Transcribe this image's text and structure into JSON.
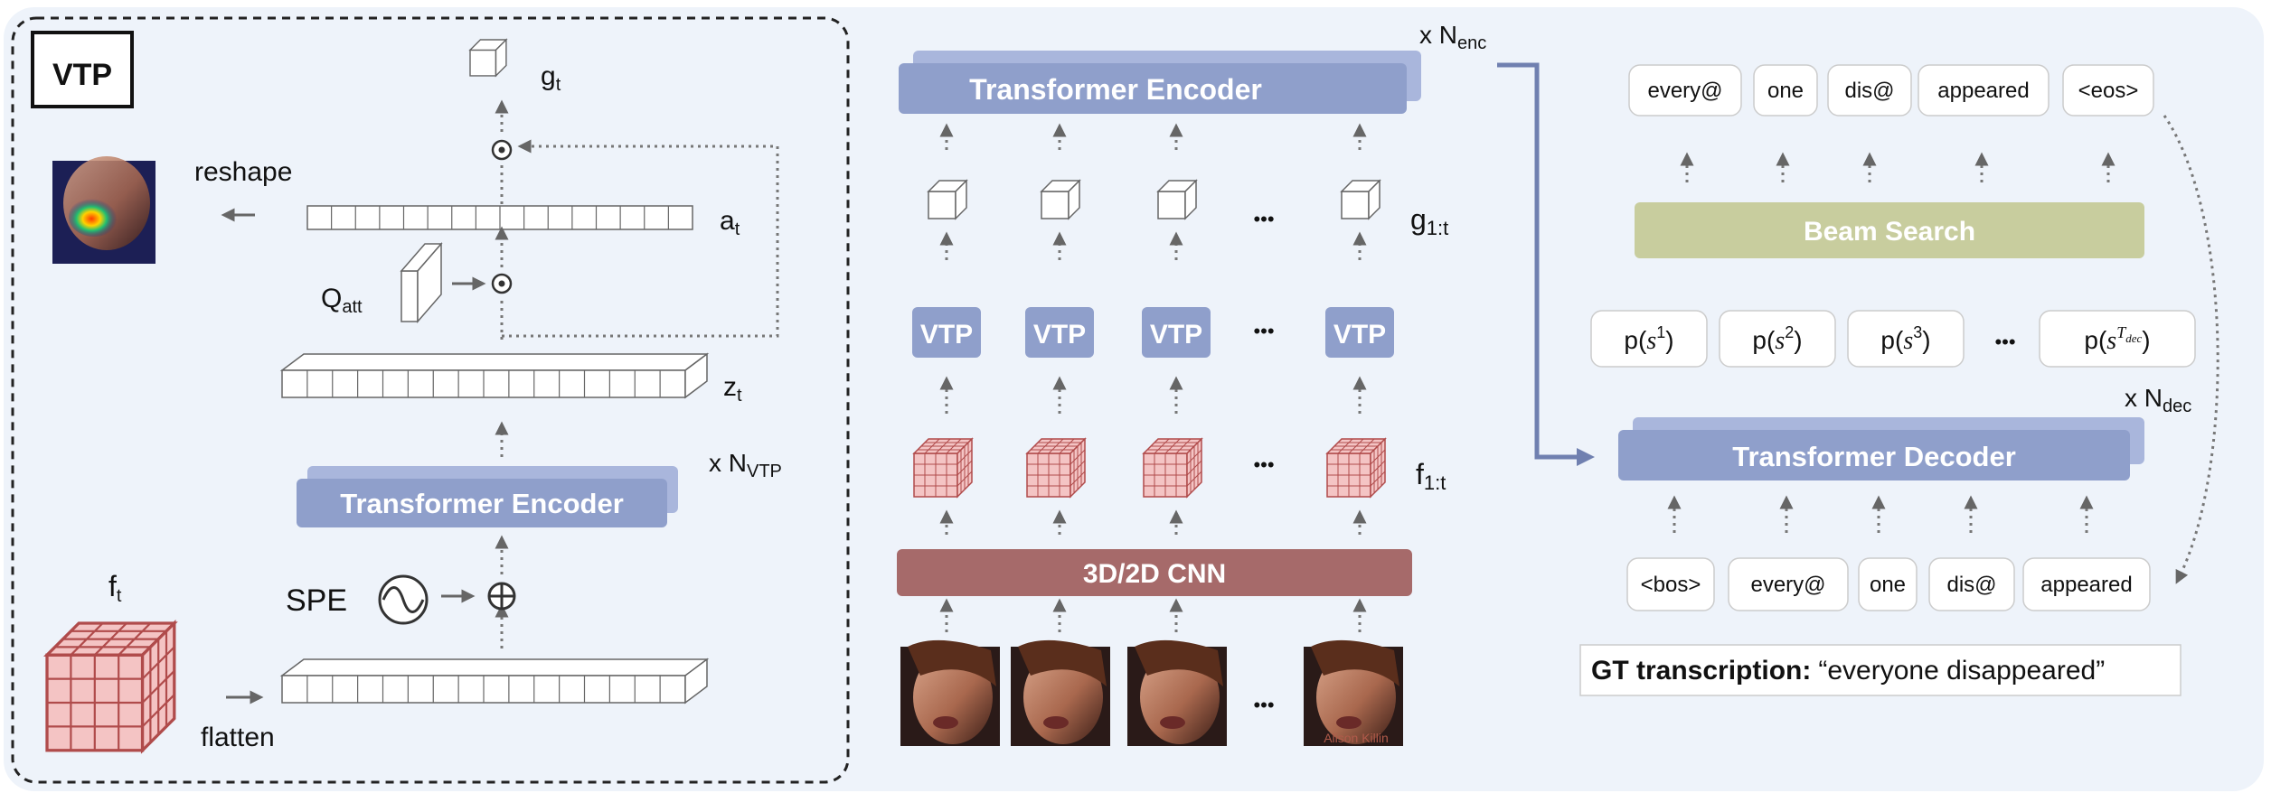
{
  "vtp_panel": {
    "title": "VTP",
    "g_label": "g",
    "g_sub": "t",
    "reshape_label": "reshape",
    "a_label": "a",
    "a_sub": "t",
    "q_label": "Q",
    "q_sub": "att",
    "z_label": "z",
    "z_sub": "t",
    "repeat_prefix": "x N",
    "repeat_sub": "VTP",
    "encoder_label": "Transformer Encoder",
    "spe_label": "SPE",
    "f_label": "f",
    "f_sub": "t",
    "flatten_label": "flatten"
  },
  "middle_panel": {
    "encoder_label": "Transformer Encoder",
    "repeat_prefix": "x N",
    "repeat_sub": "enc",
    "g_label": "g",
    "g_sub": "1:t",
    "vtp_labels": [
      "VTP",
      "VTP",
      "VTP",
      "VTP"
    ],
    "f_label": "f",
    "f_sub": "1:t",
    "cnn_label": "3D/2D CNN",
    "ellipsis": "•••",
    "frame_watermark": "Alison Killin"
  },
  "decoder_panel": {
    "output_tokens": [
      "every@",
      "one",
      "dis@",
      "appeared",
      "<eos>"
    ],
    "beam_search_label": "Beam Search",
    "prob_prefix": "p(",
    "prob_var": "s",
    "prob_suffix": ")",
    "prob_superscripts": [
      "1",
      "2",
      "3"
    ],
    "prob_last_sup": "T",
    "prob_last_sub": "dec",
    "ellipsis": "•••",
    "repeat_prefix": "x N",
    "repeat_sub": "dec",
    "decoder_label": "Transformer Decoder",
    "input_tokens": [
      "<bos>",
      "every@",
      "one",
      "dis@",
      "appeared"
    ],
    "gt_label": "GT transcription:",
    "gt_text": "“everyone disappeared”"
  },
  "colors": {
    "panel_bg": "#eef3fa",
    "encoder": "#8f9fcb",
    "encoder_shadow": "#a9b6dc",
    "cnn": "#a66a6a",
    "beam": "#c8cd9e",
    "feature_cube": "#f4c4c4",
    "dashed_border": "#222222"
  }
}
